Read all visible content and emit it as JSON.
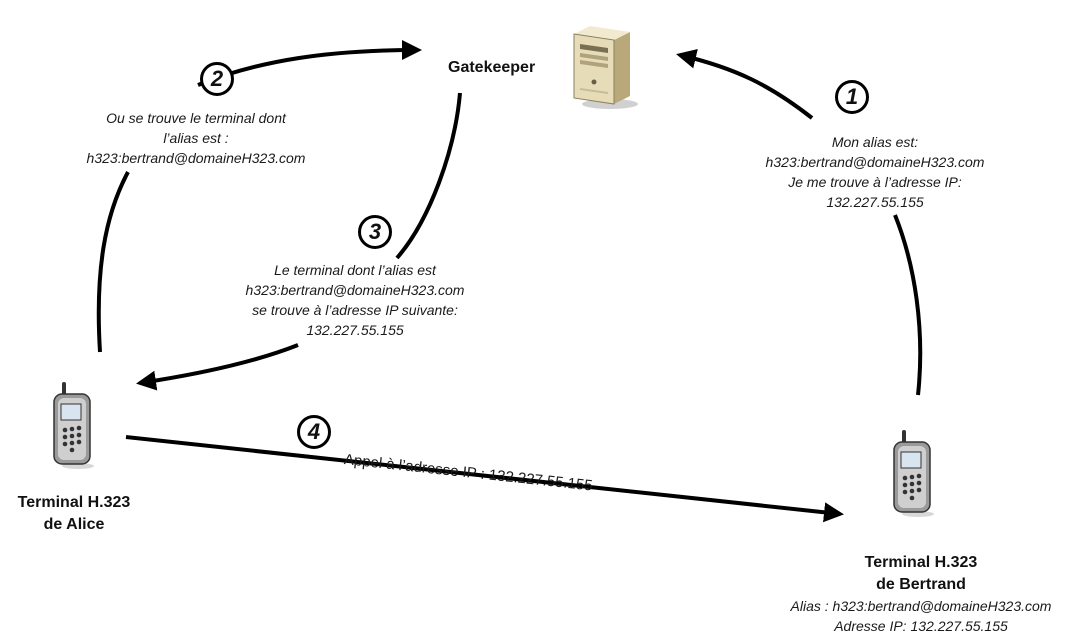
{
  "gatekeeper": {
    "label": "Gatekeeper"
  },
  "alice": {
    "label_line1": "Terminal H.323",
    "label_line2": "de Alice"
  },
  "bertrand": {
    "label_line1": "Terminal H.323",
    "label_line2": "de Bertrand",
    "alias": "Alias : h323:bertrand@domaineH323.com",
    "address": "Adresse IP: 132.227.55.155"
  },
  "steps": [
    {
      "number": "1",
      "lines": [
        "Mon alias est:",
        "h323:bertrand@domaineH323.com",
        "Je me trouve à l’adresse IP:",
        "132.227.55.155"
      ]
    },
    {
      "number": "2",
      "lines": [
        "Ou se trouve le terminal dont",
        "l’alias est :",
        "h323:bertrand@domaineH323.com"
      ]
    },
    {
      "number": "3",
      "lines": [
        "Le terminal dont l’alias est",
        "h323:bertrand@domaineH323.com",
        "se trouve à l’adresse IP suivante:",
        "132.227.55.155"
      ]
    },
    {
      "number": "4",
      "lines": [
        "Appel à l’adresse IP : 132.227.55.155"
      ]
    }
  ],
  "icons": [
    "server-icon",
    "mobile-phone-icon"
  ]
}
